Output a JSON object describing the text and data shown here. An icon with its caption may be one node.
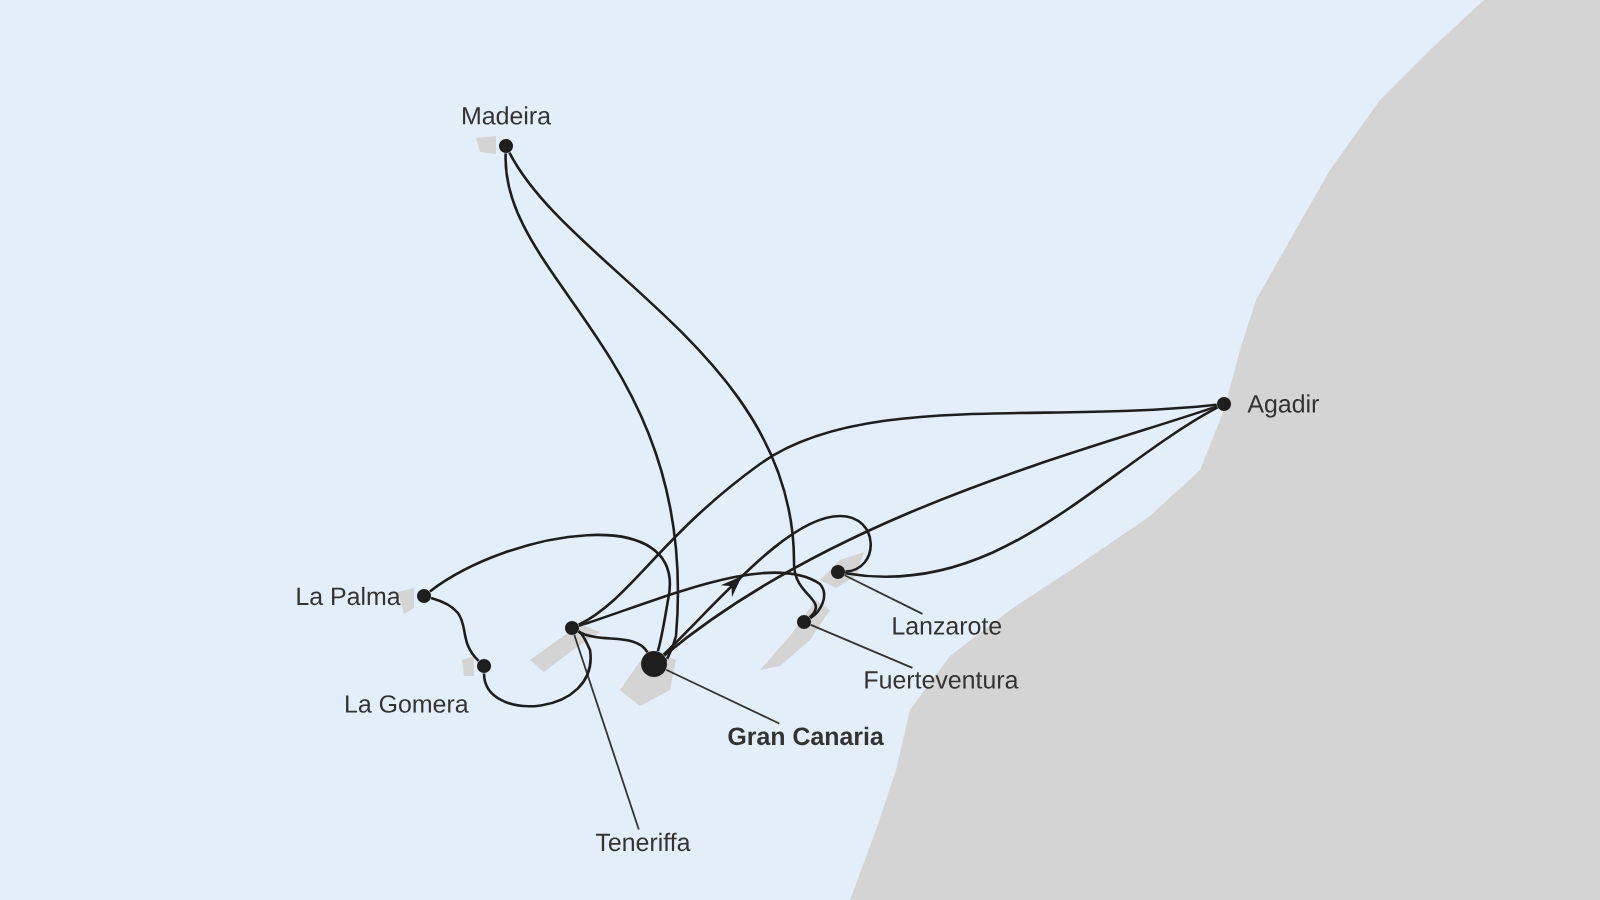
{
  "diagram": {
    "nodes": [
      {
        "text": [],
        "shape": "circle",
        "beside": [
          "Madeira"
        ]
      },
      {
        "text": [],
        "shape": "circle",
        "beside": [
          "Agadir"
        ]
      },
      {
        "text": [],
        "shape": "circle",
        "beside": [
          "La Palma"
        ]
      },
      {
        "text": [],
        "shape": "circle",
        "beside": [
          "La Gomera"
        ]
      },
      {
        "text": [],
        "shape": "circle"
      },
      {
        "text": [],
        "shape": "circle"
      },
      {
        "text": [],
        "shape": "circle"
      },
      {
        "text": [],
        "shape": "circle"
      },
      {
        "text": [
          "Teneriffa"
        ]
      },
      {
        "text": [
          "Gran Canaria"
        ]
      },
      {
        "text": [
          "Lanzarote"
        ]
      },
      {
        "text": [
          "Fuerteventura"
        ]
      }
    ],
    "edges": [
      {
        "from": 8,
        "to": 4,
        "arrow": "none"
      },
      {
        "from": 9,
        "to": 5,
        "arrow": "none"
      },
      {
        "from": 10,
        "to": 6,
        "arrow": "none"
      },
      {
        "from": 11,
        "to": 7,
        "arrow": "none"
      },
      {
        "from": 0,
        "to": 5,
        "arrow": "none"
      },
      {
        "from": 0,
        "to": 7,
        "arrow": "none"
      },
      {
        "from": 1,
        "to": 4,
        "arrow": "none"
      },
      {
        "from": 1,
        "to": 6,
        "arrow": "none"
      },
      {
        "from": 2,
        "to": 5,
        "arrow": "none"
      },
      {
        "from": 2,
        "to": 3,
        "arrow": "none"
      },
      {
        "from": 3,
        "to": 4,
        "arrow": "none"
      },
      {
        "from": 4,
        "to": 5,
        "arrow": "none"
      },
      {
        "from": 4,
        "to": 7,
        "arrow": "none"
      },
      {
        "from": 5,
        "to": 6,
        "arrow": "to"
      },
      {
        "from": 1,
        "to": 5,
        "arrow": "none"
      }
    ]
  }
}
